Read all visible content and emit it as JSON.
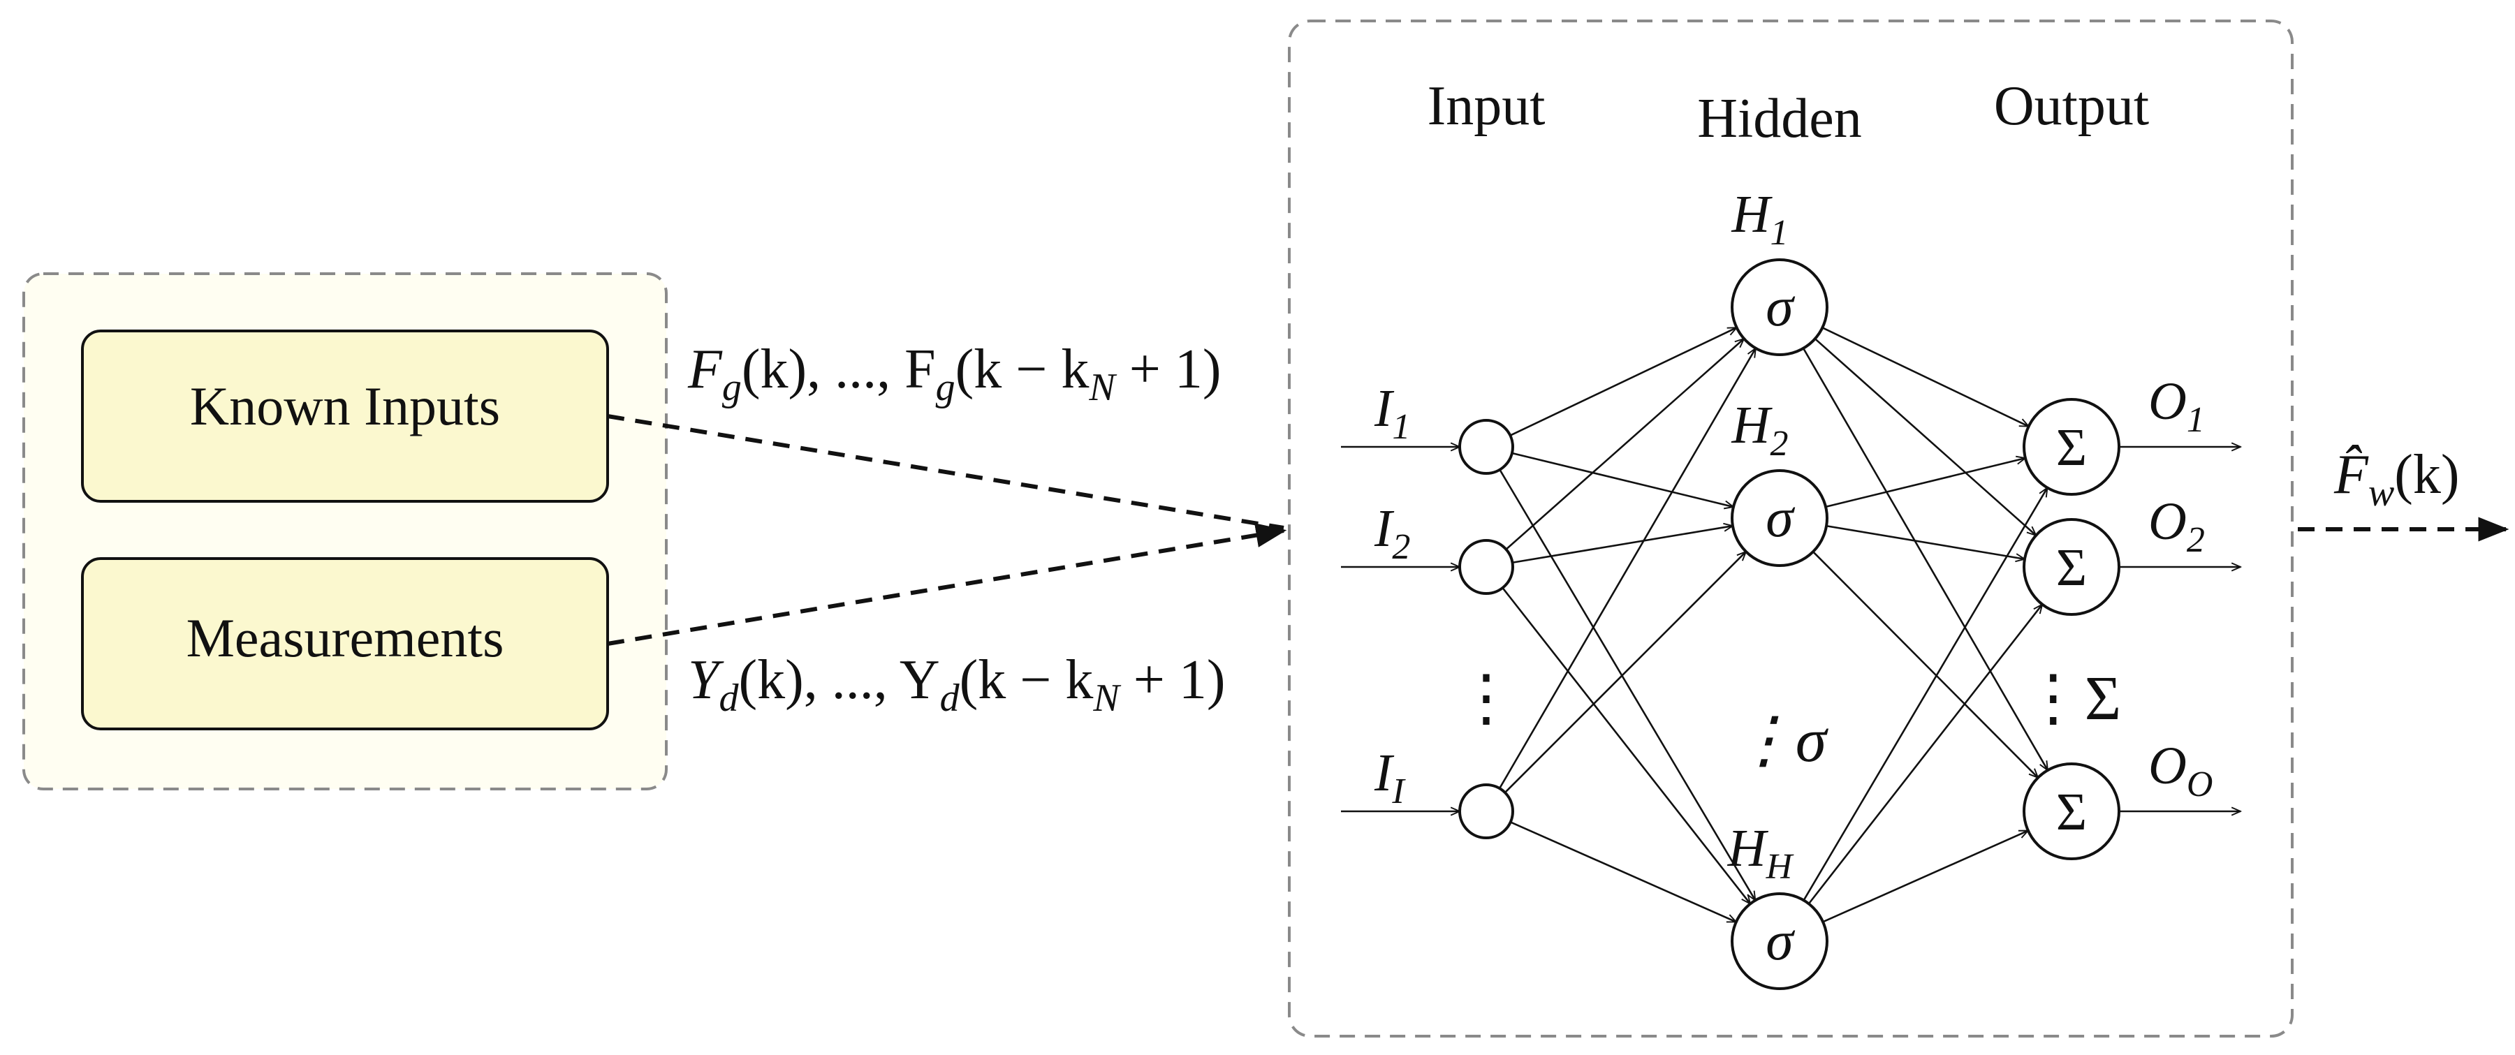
{
  "colors": {
    "left_panel_fill": "#fffef2",
    "box_fill": "#fbf8cf",
    "dashed_border": "#8a8a8a",
    "ink": "#111111"
  },
  "left_panel": {
    "boxes": [
      {
        "label": "Known Inputs"
      },
      {
        "label": "Measurements"
      }
    ]
  },
  "signals": {
    "known_inputs_label": {
      "base": "F",
      "sub": "g",
      "text": "(k), ..., F",
      "sub2": "g",
      "text2": "(k − k",
      "sub3": "N",
      "text3": " + 1)"
    },
    "measurements_label": {
      "base": "Y",
      "sub": "d",
      "text": "(k), ..., Y",
      "sub2": "d",
      "text2": "(k − k",
      "sub3": "N",
      "text3": " + 1)"
    },
    "output_label": {
      "base": "F̂",
      "sub": "w",
      "text": "(k)"
    }
  },
  "network": {
    "column_titles": {
      "input": "Input",
      "hidden": "Hidden",
      "output": "Output"
    },
    "input_nodes": [
      {
        "label": "I",
        "sub": "1"
      },
      {
        "label": "I",
        "sub": "2"
      },
      {
        "label": "I",
        "sub": "I"
      }
    ],
    "hidden_nodes": [
      {
        "label": "H",
        "sub": "1",
        "symbol": "σ"
      },
      {
        "label": "H",
        "sub": "2",
        "symbol": "σ"
      },
      {
        "label": "H",
        "sub": "H",
        "symbol": "σ"
      }
    ],
    "output_nodes": [
      {
        "label": "O",
        "sub": "1",
        "symbol": "Σ"
      },
      {
        "label": "O",
        "sub": "2",
        "symbol": "Σ"
      },
      {
        "label": "O",
        "sub": "O",
        "symbol": "Σ"
      }
    ],
    "ellipsis": {
      "input": "⋮",
      "hidden": "⋮σ",
      "output": "⋮Σ"
    }
  }
}
